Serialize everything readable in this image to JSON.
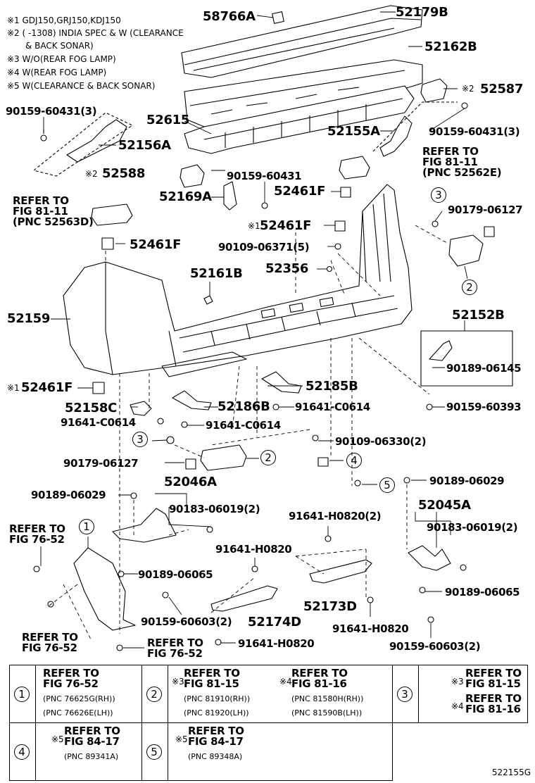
{
  "notes": [
    "※1 GDJ150,GRJ150,KDJ150",
    "※2 (      -1308) INDIA SPEC & W (CLEARANCE",
    "& BACK SONAR)",
    "※3 W/O(REAR FOG LAMP)",
    "※4 W(REAR FOG LAMP)",
    "※5 W(CLEARANCE & BACK SONAR)"
  ],
  "parts": {
    "p58766A": "58766A",
    "p52179B": "52179B",
    "p52162B": "52162B",
    "p52587": "52587",
    "p52587_mark": "※2",
    "p90159_60431_3a": "90159-60431(3)",
    "p52615": "52615",
    "p52156A": "52156A",
    "p52155A": "52155A",
    "p90159_60431_3b": "90159-60431(3)",
    "p52588": "52588",
    "p52588_mark": "※2",
    "p90159_60431": "90159-60431",
    "p52461F_a": "52461F",
    "p52169A": "52169A",
    "p90179_06127_a": "90179-06127",
    "p52461F_b": "52461F",
    "p52461F_b_mark": "※1",
    "p52461F_c": "52461F",
    "p90109_06371_5": "90109-06371(5)",
    "p52356": "52356",
    "p52161B": "52161B",
    "p52159": "52159",
    "p52152B": "52152B",
    "p90189_06145": "90189-06145",
    "p52461F_d": "52461F",
    "p52461F_d_mark": "※1",
    "p52185B": "52185B",
    "p52158C": "52158C",
    "p52186B": "52186B",
    "p91641_C0614_a": "91641-C0614",
    "p90159_60393": "90159-60393",
    "p91641_C0614_b": "91641-C0614",
    "p91641_C0614_c": "91641-C0614",
    "p90109_06330_2": "90109-06330(2)",
    "p90179_06127_b": "90179-06127",
    "p52046A": "52046A",
    "p90189_06029_a": "90189-06029",
    "p90189_06029_b": "90189-06029",
    "p90183_06019_2a": "90183-06019(2)",
    "p52045A": "52045A",
    "p91641_H0820_2": "91641-H0820(2)",
    "p90183_06019_2b": "90183-06019(2)",
    "p91641_H0820_a": "91641-H0820",
    "p90189_06065_a": "90189-06065",
    "p90189_06065_b": "90189-06065",
    "p90159_60603_2a": "90159-60603(2)",
    "p52174D": "52174D",
    "p52173D": "52173D",
    "p91641_H0820_b": "91641-H0820",
    "p91641_H0820_c": "91641-H0820",
    "p90159_60603_2b": "90159-60603(2)"
  },
  "refs": {
    "r_81_11_right": "REFER TO\nFIG 81-11\n(PNC 52562E)",
    "r_81_11_left": "REFER TO\nFIG 81-11\n(PNC 52563D)",
    "r_76_52_a": "REFER TO\nFIG 76-52",
    "r_76_52_b": "REFER TO\nFIG 76-52",
    "r_76_52_c": "REFER TO\nFIG 76-52"
  },
  "circles": [
    "1",
    "2",
    "3",
    "4",
    "5"
  ],
  "legend": {
    "c1": {
      "num": "1",
      "ref": "REFER TO\nFIG 76-52",
      "pnc1": "(PNC 76625G(RH))",
      "pnc2": "(PNC 76626E(LH))"
    },
    "c2a": {
      "num": "2",
      "mark": "※3",
      "ref": "REFER TO\nFIG 81-15",
      "pnc1": "(PNC 81910(RH))",
      "pnc2": "(PNC 81920(LH))"
    },
    "c2b": {
      "mark": "※4",
      "ref": "REFER TO\nFIG 81-16",
      "pnc1": "(PNC 81580H(RH))",
      "pnc2": "(PNC 81590B(LH))"
    },
    "c3": {
      "num": "3",
      "mark_a": "※3",
      "ref_a": "REFER TO\nFIG 81-15",
      "mark_b": "※4",
      "ref_b": "REFER TO\nFIG 81-16"
    },
    "c4": {
      "num": "4",
      "mark": "※5",
      "ref": "REFER TO\nFIG 84-17",
      "pnc": "(PNC 89341A)"
    },
    "c5": {
      "num": "5",
      "mark": "※5",
      "ref": "REFER TO\nFIG 84-17",
      "pnc": "(PNC 89348A)"
    }
  },
  "diagram_code": "522155G"
}
